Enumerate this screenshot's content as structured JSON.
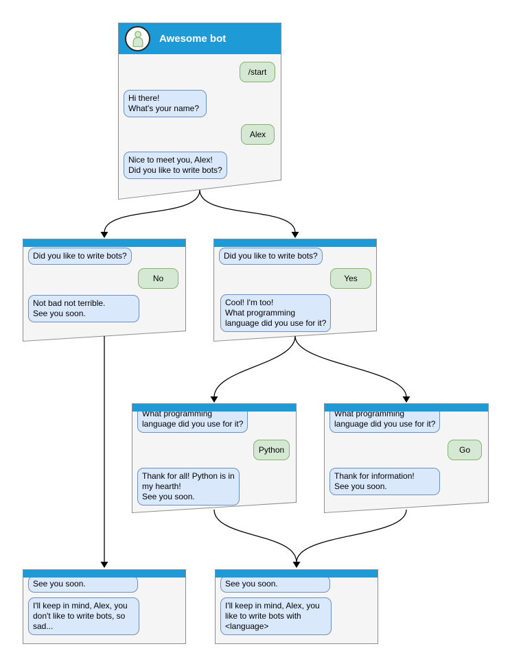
{
  "colors": {
    "header_blue": "#1e9bd7",
    "window_bg": "#f5f5f5",
    "window_border": "#8c8c8c",
    "bot_bubble_bg": "#dae8fc",
    "bot_bubble_border": "#6c8ebf",
    "user_bubble_bg": "#d5e8d4",
    "user_bubble_border": "#82b366",
    "connector": "#000000"
  },
  "root_window": {
    "title": "Awesome bot",
    "avatar": "person-icon",
    "messages": [
      {
        "from": "user",
        "text": "/start"
      },
      {
        "from": "bot",
        "text": "Hi there!\nWhat's your name?"
      },
      {
        "from": "user",
        "text": "Alex"
      },
      {
        "from": "bot",
        "text": "Nice to meet you, Alex!\nDid you like to write bots?"
      }
    ]
  },
  "windows": [
    {
      "id": "branch-no",
      "messages": [
        {
          "from": "bot",
          "text": "Did you like to write bots?"
        },
        {
          "from": "user",
          "text": "No"
        },
        {
          "from": "bot",
          "text": "Not bad not terrible.\nSee you soon."
        }
      ]
    },
    {
      "id": "branch-yes",
      "messages": [
        {
          "from": "bot",
          "text": "Did you like to write bots?"
        },
        {
          "from": "user",
          "text": "Yes"
        },
        {
          "from": "bot",
          "text": "Cool! I'm too!\nWhat programming\nlanguage did you use for it?"
        }
      ]
    },
    {
      "id": "branch-python",
      "messages": [
        {
          "from": "bot",
          "text": "What programming\nlanguage did you use for it?"
        },
        {
          "from": "user",
          "text": "Python"
        },
        {
          "from": "bot",
          "text": "Thank for all! Python is in\nmy hearth!\nSee you soon."
        }
      ]
    },
    {
      "id": "branch-go",
      "messages": [
        {
          "from": "bot",
          "text": "What programming\nlanguage did you use for it?"
        },
        {
          "from": "user",
          "text": "Go"
        },
        {
          "from": "bot",
          "text": "Thank for information!\nSee you soon."
        }
      ]
    },
    {
      "id": "end-no",
      "messages": [
        {
          "from": "bot",
          "text": "See you soon."
        },
        {
          "from": "bot",
          "text": "I'll keep in mind, Alex, you\ndon't like to write bots, so\nsad..."
        }
      ]
    },
    {
      "id": "end-language",
      "messages": [
        {
          "from": "bot",
          "text": "See you soon."
        },
        {
          "from": "bot",
          "text": "I'll keep in mind, Alex, you\nlike to write bots with\n<language>"
        }
      ]
    }
  ]
}
